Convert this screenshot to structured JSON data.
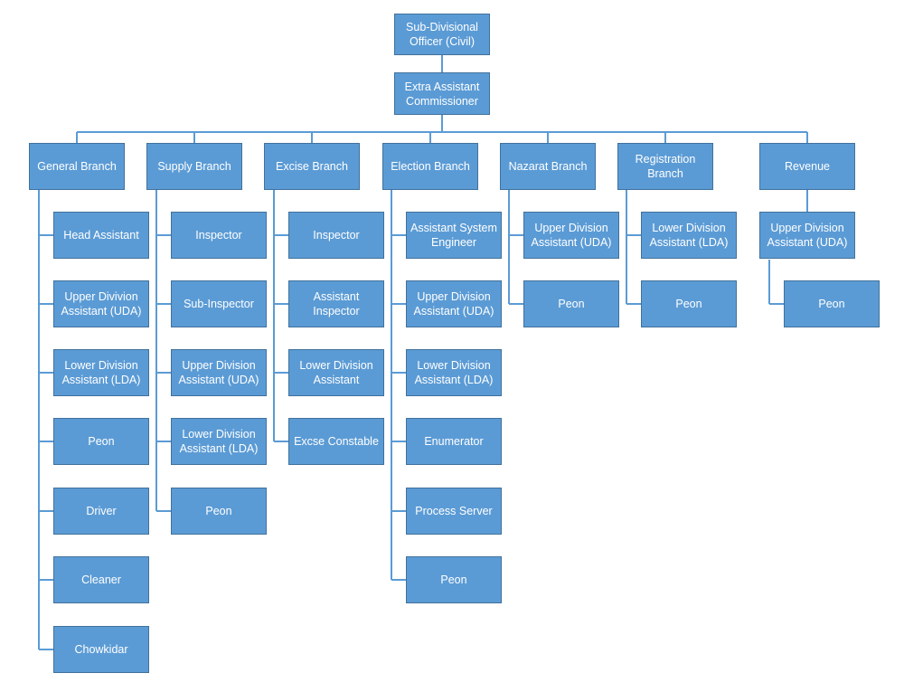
{
  "chart": {
    "top": "Sub-Divisional Officer (Civil)",
    "second": "Extra Assistant Commissioner"
  },
  "branches": [
    {
      "name": "General Branch",
      "posts": [
        "Head Assistant",
        "Upper Divivion Assistant (UDA)",
        "Lower Division Assistant (LDA)",
        "Peon",
        "Driver",
        "Cleaner",
        "Chowkidar"
      ]
    },
    {
      "name": "Supply Branch",
      "posts": [
        "Inspector",
        "Sub-Inspector",
        "Upper Division Assistant (UDA)",
        "Lower Division Assistant (LDA)",
        "Peon"
      ]
    },
    {
      "name": "Excise Branch",
      "posts": [
        "Inspector",
        "Assistant Inspector",
        "Lower Division Assistant",
        "Excse Constable"
      ]
    },
    {
      "name": "Election Branch",
      "posts": [
        "Assistant System Engineer",
        "Upper Division Assistant (UDA)",
        "Lower Division Assistant (LDA)",
        "Enumerator",
        "Process Server",
        "Peon"
      ]
    },
    {
      "name": "Nazarat Branch",
      "posts": [
        "Upper Division Assistant (UDA)",
        "Peon"
      ]
    },
    {
      "name": "Registration Branch",
      "posts": [
        "Lower Division Assistant (LDA)",
        "Peon"
      ]
    },
    {
      "name": "Revenue",
      "posts": [
        "Upper Division Assistant (UDA)",
        "Peon"
      ]
    }
  ]
}
